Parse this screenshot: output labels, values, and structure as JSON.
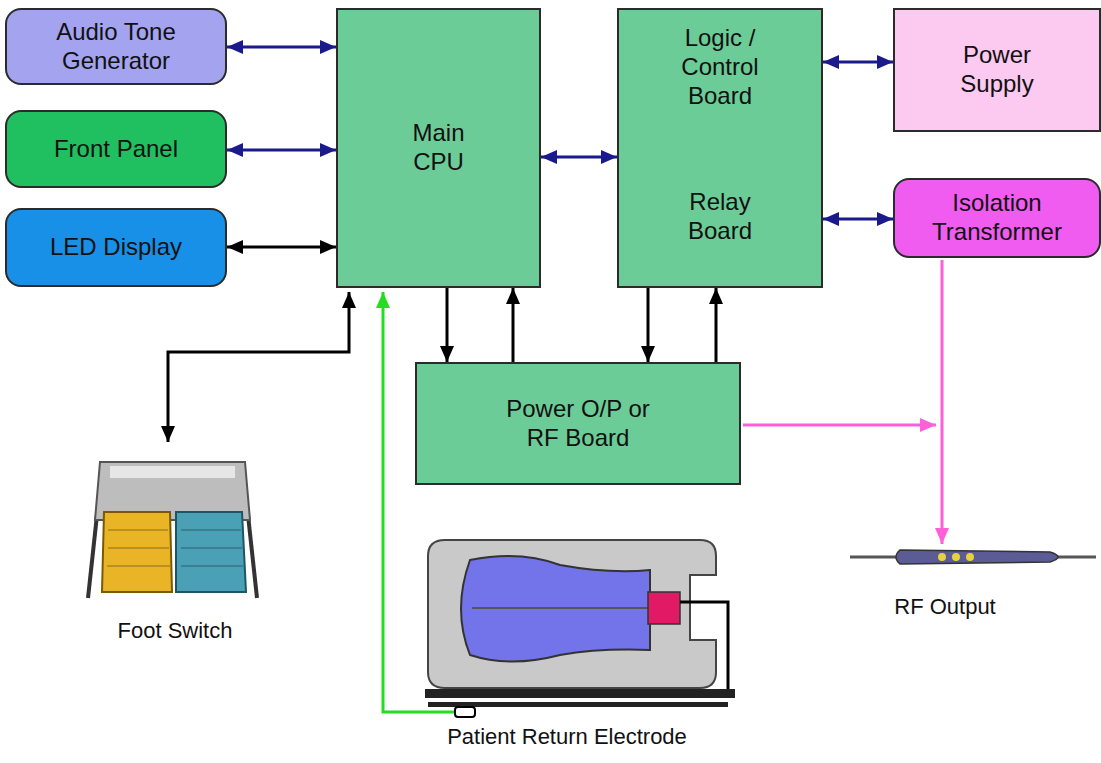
{
  "diagram": {
    "nodes": [
      {
        "text": [
          "Audio Tone Generator"
        ]
      },
      {
        "text": [
          "Main CPU"
        ]
      },
      {
        "text": [
          "Logic / Control Board",
          "Relay Board"
        ]
      },
      {
        "text": [
          "Power Supply"
        ]
      },
      {
        "text": [
          "Front Panel"
        ]
      },
      {
        "text": [
          "Isolation Transformer"
        ]
      },
      {
        "text": [
          "LED Display"
        ]
      },
      {
        "text": [
          "Power O/P or RF Board"
        ]
      }
    ],
    "edges": [
      {
        "from": 0,
        "to": 1,
        "arrow": "both"
      },
      {
        "from": 4,
        "to": 1,
        "arrow": "both"
      },
      {
        "from": 6,
        "to": 1,
        "arrow": "both"
      },
      {
        "from": 1,
        "to": 2,
        "arrow": "both"
      },
      {
        "from": 2,
        "to": 3,
        "arrow": "both"
      },
      {
        "from": 2,
        "to": 5,
        "arrow": "both"
      },
      {
        "from": 1,
        "to": 7,
        "arrow": "to"
      },
      {
        "from": 7,
        "to": 1,
        "arrow": "to"
      },
      {
        "from": 2,
        "to": 7,
        "arrow": "to"
      },
      {
        "from": 7,
        "to": 2,
        "arrow": "to"
      }
    ],
    "labels": [
      "Foot Switch",
      "RF Output",
      "Patient Return Electrode"
    ]
  }
}
